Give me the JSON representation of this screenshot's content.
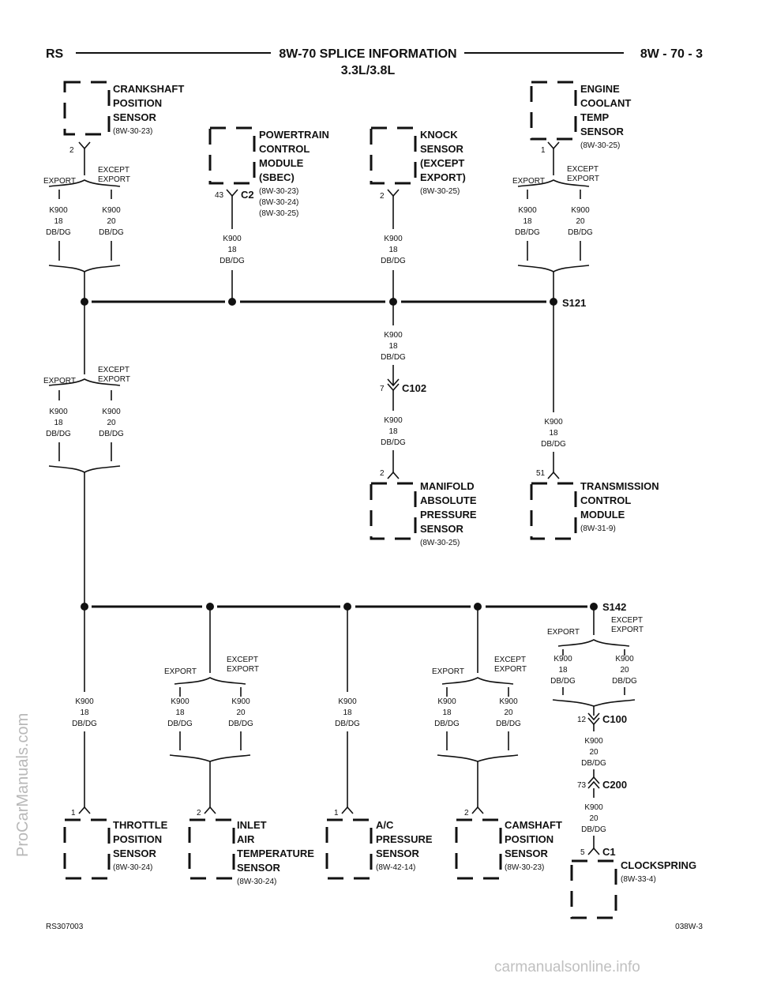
{
  "header": {
    "left": "RS",
    "center": "8W-70 SPLICE INFORMATION",
    "subtitle": "3.3L/3.8L",
    "right": "8W - 70 - 3"
  },
  "footer": {
    "left": "RS307003",
    "right": "038W-3"
  },
  "watermarks": {
    "side": "ProCarManuals.com",
    "bottom": "carmanualsonline.info"
  },
  "wire": {
    "code": "K900",
    "gauge18": "18",
    "gauge20": "20",
    "color": "DB/DG"
  },
  "options": {
    "export": "EXPORT",
    "except_line1": "EXCEPT",
    "except_line2": "EXPORT"
  },
  "splices": {
    "s121": "S121",
    "s142": "S142"
  },
  "connectors": {
    "c2": "C2",
    "c102": "C102",
    "c100": "C100",
    "c200": "C200",
    "c1": "C1"
  },
  "pins": {
    "ckp": "2",
    "pcm": "43",
    "knock": "2",
    "ect": "1",
    "c102": "7",
    "map": "2",
    "tcm": "51",
    "tps": "1",
    "iat": "2",
    "ac": "1",
    "cmp": "2",
    "c100": "12",
    "c200": "73",
    "clock": "5"
  },
  "components": {
    "ckp": {
      "l1": "CRANKSHAFT",
      "l2": "POSITION",
      "l3": "SENSOR",
      "ref": "(8W-30-23)"
    },
    "pcm": {
      "l1": "POWERTRAIN",
      "l2": "CONTROL",
      "l3": "MODULE",
      "l4": "(SBEC)",
      "ref1": "(8W-30-23)",
      "ref2": "(8W-30-24)",
      "ref3": "(8W-30-25)"
    },
    "knock": {
      "l1": "KNOCK",
      "l2": "SENSOR",
      "l3": "(EXCEPT",
      "l4": "EXPORT)",
      "ref": "(8W-30-25)"
    },
    "ect": {
      "l1": "ENGINE",
      "l2": "COOLANT",
      "l3": "TEMP",
      "l4": "SENSOR",
      "ref": "(8W-30-25)"
    },
    "map": {
      "l1": "MANIFOLD",
      "l2": "ABSOLUTE",
      "l3": "PRESSURE",
      "l4": "SENSOR",
      "ref": "(8W-30-25)"
    },
    "tcm": {
      "l1": "TRANSMISSION",
      "l2": "CONTROL",
      "l3": "MODULE",
      "ref": "(8W-31-9)"
    },
    "tps": {
      "l1": "THROTTLE",
      "l2": "POSITION",
      "l3": "SENSOR",
      "ref": "(8W-30-24)"
    },
    "iat": {
      "l1": "INLET",
      "l2": "AIR",
      "l3": "TEMPERATURE",
      "l4": "SENSOR",
      "ref": "(8W-30-24)"
    },
    "ac": {
      "l1": "A/C",
      "l2": "PRESSURE",
      "l3": "SENSOR",
      "ref": "(8W-42-14)"
    },
    "cmp": {
      "l1": "CAMSHAFT",
      "l2": "POSITION",
      "l3": "SENSOR",
      "ref": "(8W-30-23)"
    },
    "clock": {
      "l1": "CLOCKSPRING",
      "ref": "(8W-33-4)"
    }
  }
}
